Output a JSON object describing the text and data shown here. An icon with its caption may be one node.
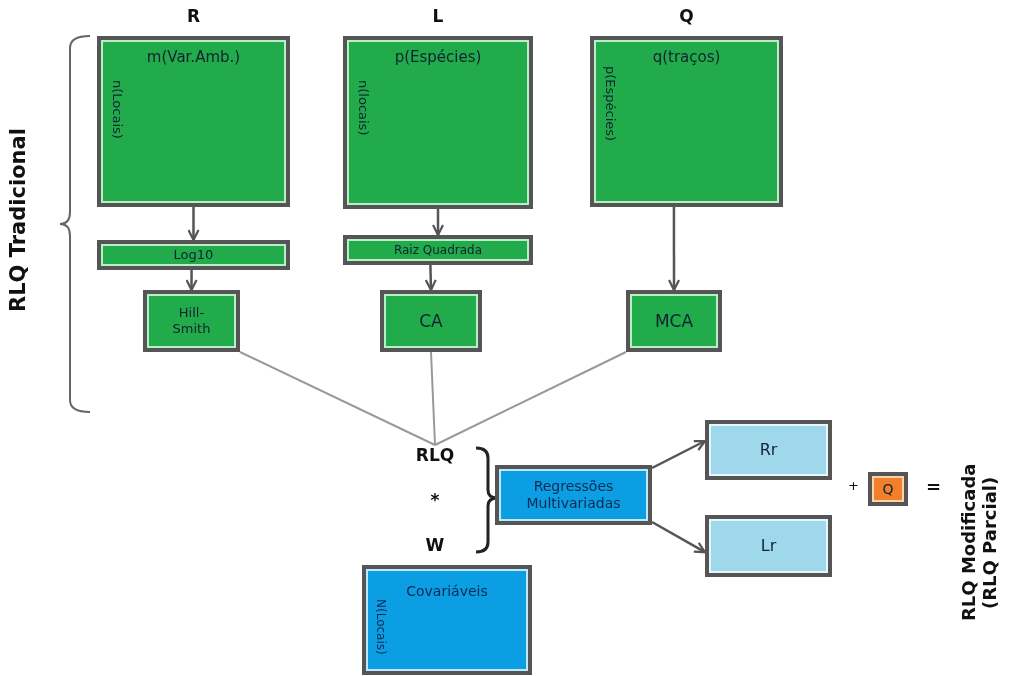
{
  "diagram": {
    "nodes": [
      {
        "text": [
          "R",
          "m(Var.Amb.)",
          "n(Locais)"
        ]
      },
      {
        "text": [
          "L",
          "p(Espécies)",
          "n(locais)"
        ]
      },
      {
        "text": [
          "Q",
          "q(traços)",
          "p(Espécies)"
        ]
      },
      {
        "text": [
          "Log10"
        ]
      },
      {
        "text": [
          "Raiz Quadrada"
        ]
      },
      {
        "text": [
          "Hill-Smith"
        ]
      },
      {
        "text": [
          "CA"
        ]
      },
      {
        "text": [
          "MCA"
        ]
      },
      {
        "text": [
          "RLQ",
          "*",
          "W"
        ]
      },
      {
        "text": [
          "Regressões Multivariadas"
        ]
      },
      {
        "text": [
          "Rr"
        ]
      },
      {
        "text": [
          "Lr"
        ]
      },
      {
        "text": [
          "Q"
        ]
      },
      {
        "text": [
          "Covariáveis",
          "N(Locais)"
        ]
      }
    ],
    "edges": [
      {
        "from": 0,
        "to": 3,
        "arrow": "to"
      },
      {
        "from": 3,
        "to": 5,
        "arrow": "to"
      },
      {
        "from": 1,
        "to": 4,
        "arrow": "to"
      },
      {
        "from": 4,
        "to": 6,
        "arrow": "to"
      },
      {
        "from": 2,
        "to": 7,
        "arrow": "to"
      },
      {
        "from": 5,
        "to": 8,
        "arrow": "none"
      },
      {
        "from": 6,
        "to": 8,
        "arrow": "none"
      },
      {
        "from": 7,
        "to": 8,
        "arrow": "none"
      },
      {
        "from": 9,
        "to": 10,
        "arrow": "to"
      },
      {
        "from": 9,
        "to": 11,
        "arrow": "to"
      }
    ],
    "labels": [
      "RLQ Tradicional",
      "+",
      "=",
      "RLQ Modificada (RLQ Parcial)"
    ]
  }
}
